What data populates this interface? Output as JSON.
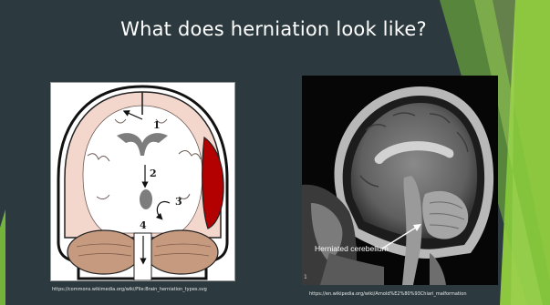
{
  "slide": {
    "title": "What does herniation look like?",
    "diagram_caption": "https://commons.wikimedia.org/wiki/File:Brain_herniation_types.svg",
    "mri_caption": "https://en.wikipedia.org/wiki/Arnold%E2%80%93Chiari_malformation",
    "mri_label": "Herniated cerebellum",
    "mri_corner_text": "1"
  },
  "diagram": {
    "labels": [
      "1",
      "2",
      "3",
      "4"
    ]
  },
  "colors": {
    "background": "#2c3a3f",
    "accent_green": "#7cc23a",
    "accent_light": "#a8d95b",
    "brain_pink": "#f3d7cd",
    "cerebellum": "#c69a7f",
    "hematoma": "#b30000"
  }
}
